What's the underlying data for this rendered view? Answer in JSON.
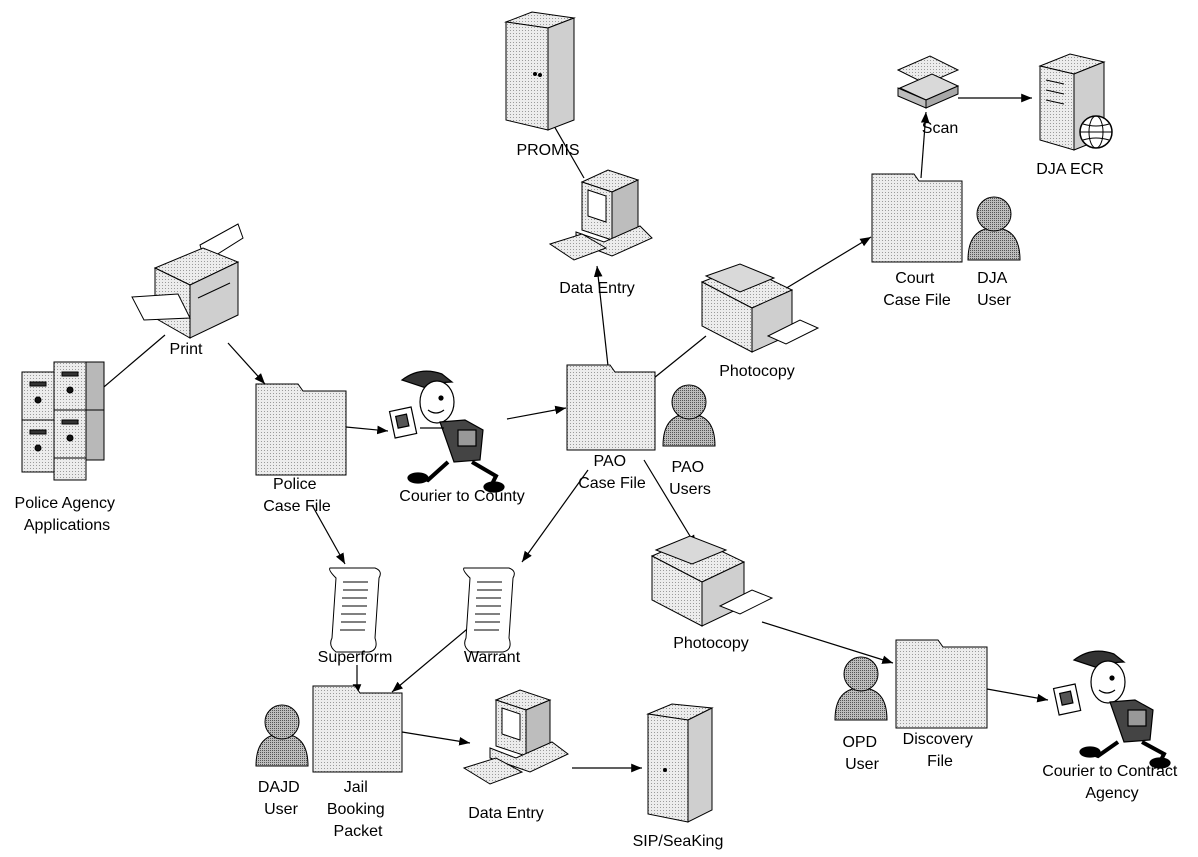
{
  "nodes": {
    "police_apps": [
      "Police Agency",
      "Applications"
    ],
    "print": [
      "Print"
    ],
    "police_case_file": [
      "Police",
      "Case File"
    ],
    "courier_county": [
      "Courier to County"
    ],
    "superform": [
      "Superform"
    ],
    "warrant": [
      "Warrant"
    ],
    "jail_packet": [
      "Jail",
      "Booking",
      "Packet"
    ],
    "dajd_user": [
      "DAJD",
      "User"
    ],
    "data_entry_jail": [
      "Data Entry"
    ],
    "sip": [
      "SIP/SeaKing"
    ],
    "pao_case_file": [
      "PAO",
      "Case File"
    ],
    "pao_users": [
      "PAO",
      "Users"
    ],
    "data_entry_top": [
      "Data Entry"
    ],
    "promis": [
      "PROMIS"
    ],
    "photocopy_top": [
      "Photocopy"
    ],
    "court_case_file": [
      "Court",
      "Case File"
    ],
    "dja_user": [
      "DJA",
      "User"
    ],
    "scan": [
      "Scan"
    ],
    "dja_ecr": [
      "DJA ECR"
    ],
    "photocopy_bottom": [
      "Photocopy"
    ],
    "opd_user": [
      "OPD",
      "User"
    ],
    "discovery_file": [
      "Discovery",
      "File"
    ],
    "courier_contract": [
      "Courier to Contract",
      "Agency"
    ]
  },
  "colors": {
    "line": "#000000",
    "fill": "#e6e6e6",
    "dark": "#8c8c8c"
  }
}
